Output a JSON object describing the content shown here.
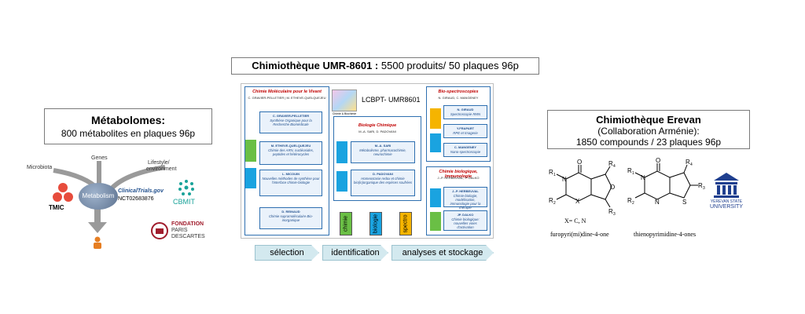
{
  "metabolomes": {
    "title": "Métabolomes:",
    "subtitle": "800 métabolites en plaques 96p",
    "labels": {
      "microbiota": "Microbiota",
      "genes": "Genes",
      "lifestyle1": "Lifestyle/",
      "lifestyle2": "environment",
      "metabolism": "Metabolism"
    },
    "tmic": "TMIC",
    "clinical": "ClinicalTrials.gov",
    "nct": "NCT02683876",
    "cbmit": "CBMIT",
    "fondation": [
      "FONDATION",
      "PARIS",
      "DESCARTES"
    ]
  },
  "chimiotheque": {
    "title_bold": "Chimiothèque UMR-8601 :",
    "title_rest": " 5500 produits/ 50 plaques 96p",
    "lab": "LCBPT- UMR8601",
    "logo_text": "Chimie & Biochimie",
    "sections": {
      "cmv": {
        "title": "Chimie Moléculaire pour le Vivant",
        "sub": "C. GRAVIER-PELLETIER | M. ETHEVE-QUELQUEJEU",
        "cards": [
          {
            "name": "C. GRAVIER-PELLETIER",
            "desc": "Synthèse Organique pour la Recherche Biomédicale"
          },
          {
            "name": "M. ETHEVE-QUELQUEJEU",
            "desc": "Chimie des ARN, nucléosides, peptides et hétérocycles"
          },
          {
            "name": "L. MICOUIN",
            "desc": "Nouvelles méthodes de synthèse pour l'interface chimie-biologie"
          },
          {
            "name": "D. REINAUD",
            "desc": "Chimie supramoléculaire Bio-inorganique"
          }
        ]
      },
      "bio": {
        "title": "Biologie Chimique",
        "sub": "M.-A. SARI, D. PADOVANI",
        "cards": [
          {
            "name": "M.-A. SARI",
            "desc": "Métabolisme, pharmacochimie, neurochimie"
          },
          {
            "name": "D. PADOVANI",
            "desc": "Homeostasie redox et chimie bio(in)organique des espèces soufrées"
          }
        ]
      },
      "spec": {
        "title": "Bio-spectroscopies",
        "sub": "N. GIRAUD, C. MANGENEY",
        "cards": [
          {
            "name": "N. GIRAUD",
            "desc": "Spectroscopie RMN"
          },
          {
            "name": "Y.FRAPART",
            "desc": "RPE et Imagerie"
          },
          {
            "name": "C. MANGENEY",
            "desc": "Nano-spectroscopie"
          }
        ]
      },
      "cbi": {
        "title": "Chimie biologique, Immunologie",
        "sub": "J.-P. HERBEUVAL, P. DALKO",
        "cards": [
          {
            "name": "J.-P. HERBEUVAL",
            "desc": "Chimie-biologie, modélisation, immunologie pour la thérapie"
          },
          {
            "name": "JP. DALKO",
            "desc": "Chimie biologique: nouvelles voies d'activation"
          }
        ]
      }
    },
    "labels": {
      "chimie": "chimie",
      "biologie": "biologie",
      "spectro": "spectro"
    },
    "flow": [
      "sélection",
      "identification",
      "analyses et stockage"
    ],
    "colors": {
      "chimie": "#6abf45",
      "biologie": "#1aa3e0",
      "spectro": "#f5b400",
      "frame": "#2e6fb0",
      "title_red": "#c00000"
    }
  },
  "erevan": {
    "title": "Chimiothèque Erevan",
    "line2": "(Collaboration Arménie):",
    "line3": "1850 compounds / 23 plaques 96p",
    "caption1": "furopyri(mi)dine-4-one",
    "caption2": "thienopyrimidine-4-ones",
    "xnote": "X= C, N",
    "atoms": {
      "o": "O",
      "n": "N",
      "x": "X",
      "s": "S",
      "r1": "R",
      "r2": "R",
      "r3": "R",
      "r4": "R",
      "i1": "1",
      "i2": "2",
      "i3": "3",
      "i4": "4"
    },
    "university": [
      "YEREVAN STATE",
      "UNIVERSITY"
    ]
  }
}
